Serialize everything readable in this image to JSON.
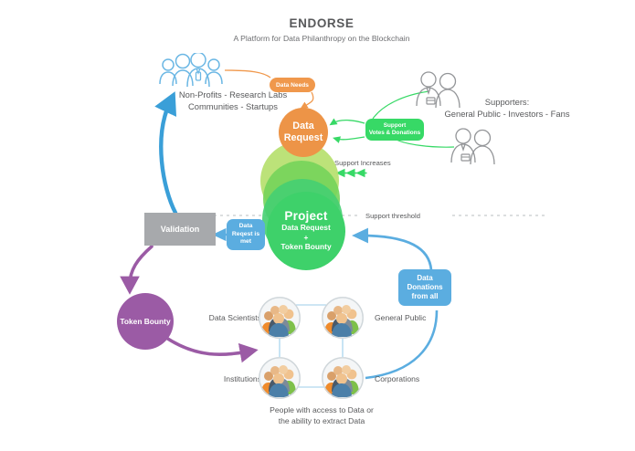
{
  "header": {
    "title": "ENDORSE",
    "subtitle": "A Platform for Data Philanthropy on\nthe Blockchain"
  },
  "colors": {
    "orange": "#ed9447",
    "green_bright": "#3ed16a",
    "green_mid": "#74d45a",
    "green_light": "#b6e06e",
    "green_pill": "#37d966",
    "blue": "#5bade0",
    "blue_arrow": "#3a9fd8",
    "purple": "#9b5ba5",
    "gray": "#a7a9ac",
    "text": "#58595b"
  },
  "actors": {
    "requesters": {
      "label": "Non-Profits - Research Labs\nCommunities - Startups",
      "icon": "people-outline-blue-icon"
    },
    "supporters": {
      "label": "Supporters:\nGeneral Public - Investors - Fans",
      "icon": "people-outline-gray-icon"
    }
  },
  "nodes": {
    "data_request": "Data\nRequest",
    "project": {
      "title": "Project",
      "subtitle": "Data Request\n+\nToken Bounty"
    },
    "validation": "Validation",
    "token_bounty": "Token Bounty"
  },
  "flow_labels": {
    "data_needs": "Data Needs",
    "support_votes": "Support\nVotes & Donations",
    "support_increases": "Support Increases",
    "support_threshold": "Support threshold",
    "request_met": "Data\nReqest is\nmet",
    "data_donations": "Data\nDonations\nfrom all"
  },
  "data_providers": {
    "caption": "People with access to Data or\nthe ability to extract Data",
    "items": [
      {
        "label": "Data Scientists",
        "position": "top-left",
        "icon": "people-group-photo-icon"
      },
      {
        "label": "General Public",
        "position": "top-right",
        "icon": "people-group-photo-icon"
      },
      {
        "label": "Institutions",
        "position": "bottom-left",
        "icon": "people-group-photo-icon"
      },
      {
        "label": "Corporations",
        "position": "bottom-right",
        "icon": "people-group-photo-icon"
      }
    ]
  }
}
